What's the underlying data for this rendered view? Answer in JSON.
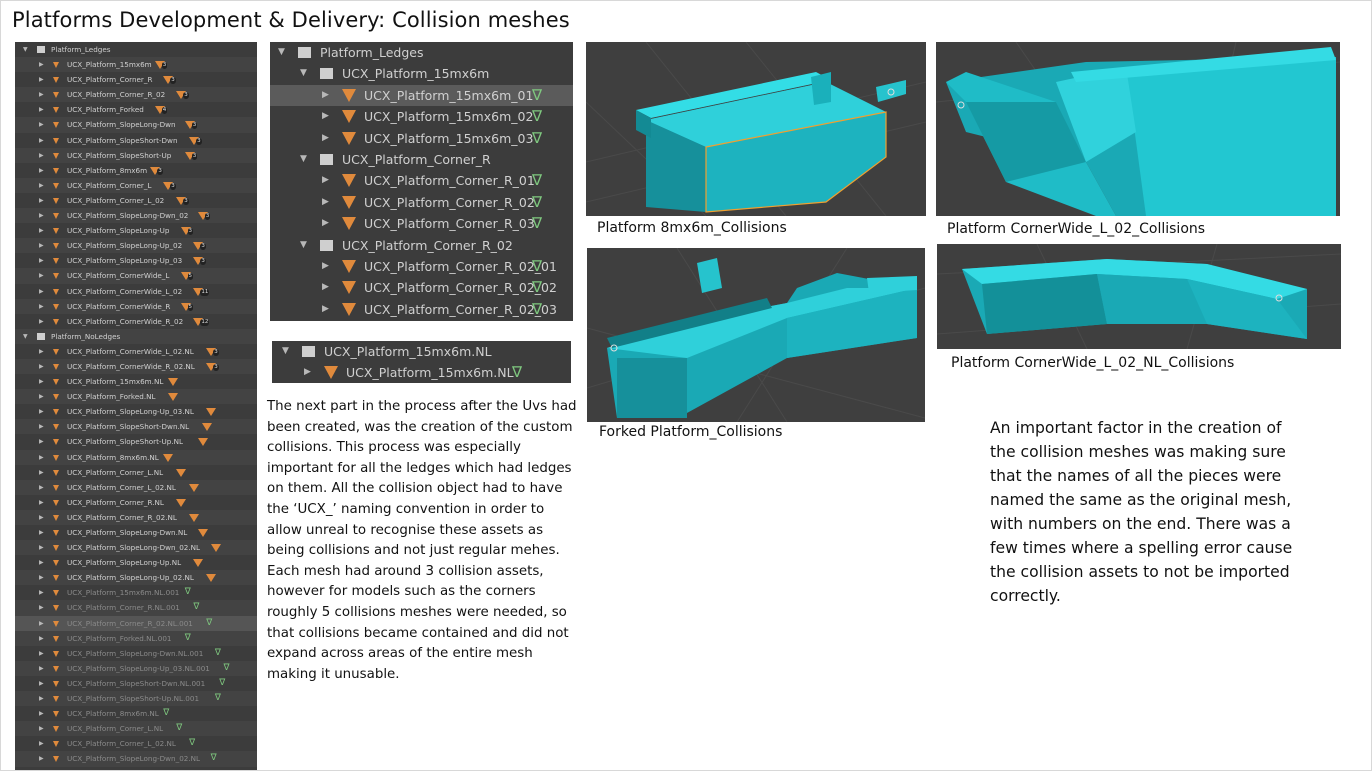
{
  "title": "Platforms Development & Delivery: Collision meshes",
  "outliner_small": {
    "rows": [
      {
        "kind": "collection",
        "label": "Platform_Ledges",
        "indent": 0
      },
      {
        "kind": "mesh",
        "label": "UCX_Platform_15mx6m",
        "badge": "3"
      },
      {
        "kind": "mesh",
        "label": "UCX_Platform_Corner_R",
        "badge": "3"
      },
      {
        "kind": "mesh",
        "label": "UCX_Platform_Corner_R_02",
        "badge": "3"
      },
      {
        "kind": "mesh",
        "label": "UCX_Platform_Forked",
        "badge": "4"
      },
      {
        "kind": "mesh",
        "label": "UCX_Platform_SlopeLong-Dwn",
        "badge": "3"
      },
      {
        "kind": "mesh",
        "label": "UCX_Platform_SlopeShort-Dwn",
        "badge": "3"
      },
      {
        "kind": "mesh",
        "label": "UCX_Platform_SlopeShort-Up",
        "badge": "3"
      },
      {
        "kind": "mesh",
        "label": "UCX_Platform_8mx6m",
        "badge": "3"
      },
      {
        "kind": "mesh",
        "label": "UCX_Platform_Corner_L",
        "badge": "3"
      },
      {
        "kind": "mesh",
        "label": "UCX_Platform_Corner_L_02",
        "badge": "3"
      },
      {
        "kind": "mesh",
        "label": "UCX_Platform_SlopeLong-Dwn_02",
        "badge": "3"
      },
      {
        "kind": "mesh",
        "label": "UCX_Platform_SlopeLong-Up",
        "badge": "3"
      },
      {
        "kind": "mesh",
        "label": "UCX_Platform_SlopeLong-Up_02",
        "badge": "3"
      },
      {
        "kind": "mesh",
        "label": "UCX_Platform_SlopeLong-Up_03",
        "badge": "3"
      },
      {
        "kind": "mesh",
        "label": "UCX_Platform_CornerWide_L",
        "badge": "5"
      },
      {
        "kind": "mesh",
        "label": "UCX_Platform_CornerWide_L_02",
        "badge": "11"
      },
      {
        "kind": "mesh",
        "label": "UCX_Platform_CornerWide_R",
        "badge": "5"
      },
      {
        "kind": "mesh",
        "label": "UCX_Platform_CornerWide_R_02",
        "badge": "12"
      },
      {
        "kind": "collection",
        "label": "Platform_NoLedges",
        "indent": 0
      },
      {
        "kind": "mesh",
        "label": "UCX_Platform_CornerWide_L_02.NL",
        "badge": "3"
      },
      {
        "kind": "mesh",
        "label": "UCX_Platform_CornerWide_R_02.NL",
        "badge": "3"
      },
      {
        "kind": "mesh",
        "label": "UCX_Platform_15mx6m.NL",
        "badge": ""
      },
      {
        "kind": "mesh",
        "label": "UCX_Platform_Forked.NL",
        "badge": ""
      },
      {
        "kind": "mesh",
        "label": "UCX_Platform_SlopeLong-Up_03.NL",
        "badge": ""
      },
      {
        "kind": "mesh",
        "label": "UCX_Platform_SlopeShort-Dwn.NL",
        "badge": ""
      },
      {
        "kind": "mesh",
        "label": "UCX_Platform_SlopeShort-Up.NL",
        "badge": ""
      },
      {
        "kind": "mesh",
        "label": "UCX_Platform_8mx6m.NL",
        "badge": ""
      },
      {
        "kind": "mesh",
        "label": "UCX_Platform_Corner_L.NL",
        "badge": ""
      },
      {
        "kind": "mesh",
        "label": "UCX_Platform_Corner_L_02.NL",
        "badge": ""
      },
      {
        "kind": "mesh",
        "label": "UCX_Platform_Corner_R.NL",
        "badge": ""
      },
      {
        "kind": "mesh",
        "label": "UCX_Platform_Corner_R_02.NL",
        "badge": ""
      },
      {
        "kind": "mesh",
        "label": "UCX_Platform_SlopeLong-Dwn.NL",
        "badge": ""
      },
      {
        "kind": "mesh",
        "label": "UCX_Platform_SlopeLong-Dwn_02.NL",
        "badge": ""
      },
      {
        "kind": "mesh",
        "label": "UCX_Platform_SlopeLong-Up.NL",
        "badge": ""
      },
      {
        "kind": "mesh",
        "label": "UCX_Platform_SlopeLong-Up_02.NL",
        "badge": ""
      },
      {
        "kind": "mesh",
        "label": "UCX_Platform_15mx6m.NL.001",
        "dim": true,
        "mod": true
      },
      {
        "kind": "mesh",
        "label": "UCX_Platform_Corner_R.NL.001",
        "dim": true,
        "mod": true
      },
      {
        "kind": "mesh",
        "label": "UCX_Platform_Corner_R_02.NL.001",
        "dim": true,
        "mod": true,
        "selected": true
      },
      {
        "kind": "mesh",
        "label": "UCX_Platform_Forked.NL.001",
        "dim": true,
        "mod": true
      },
      {
        "kind": "mesh",
        "label": "UCX_Platform_SlopeLong-Dwn.NL.001",
        "dim": true,
        "mod": true
      },
      {
        "kind": "mesh",
        "label": "UCX_Platform_SlopeLong-Up_03.NL.001",
        "dim": true,
        "mod": true
      },
      {
        "kind": "mesh",
        "label": "UCX_Platform_SlopeShort-Dwn.NL.001",
        "dim": true,
        "mod": true
      },
      {
        "kind": "mesh",
        "label": "UCX_Platform_SlopeShort-Up.NL.001",
        "dim": true,
        "mod": true
      },
      {
        "kind": "mesh",
        "label": "UCX_Platform_8mx6m.NL",
        "dim": true,
        "mod": true
      },
      {
        "kind": "mesh",
        "label": "UCX_Platform_Corner_L.NL",
        "dim": true,
        "mod": true
      },
      {
        "kind": "mesh",
        "label": "UCX_Platform_Corner_L_02.NL",
        "dim": true,
        "mod": true
      },
      {
        "kind": "mesh",
        "label": "UCX_Platform_SlopeLong-Dwn_02.NL",
        "dim": true,
        "mod": true
      }
    ]
  },
  "outliner_big": {
    "rows": [
      {
        "kind": "collection",
        "label": "Platform_Ledges",
        "level": 0
      },
      {
        "kind": "collection",
        "label": "UCX_Platform_15mx6m",
        "level": 1
      },
      {
        "kind": "mesh",
        "label": "UCX_Platform_15mx6m_01",
        "level": 2,
        "selected": true
      },
      {
        "kind": "mesh",
        "label": "UCX_Platform_15mx6m_02",
        "level": 2
      },
      {
        "kind": "mesh",
        "label": "UCX_Platform_15mx6m_03",
        "level": 2
      },
      {
        "kind": "collection",
        "label": "UCX_Platform_Corner_R",
        "level": 1
      },
      {
        "kind": "mesh",
        "label": "UCX_Platform_Corner_R_01",
        "level": 2
      },
      {
        "kind": "mesh",
        "label": "UCX_Platform_Corner_R_02",
        "level": 2
      },
      {
        "kind": "mesh",
        "label": "UCX_Platform_Corner_R_03",
        "level": 2
      },
      {
        "kind": "collection",
        "label": "UCX_Platform_Corner_R_02",
        "level": 1
      },
      {
        "kind": "mesh",
        "label": "UCX_Platform_Corner_R_02_01",
        "level": 2
      },
      {
        "kind": "mesh",
        "label": "UCX_Platform_Corner_R_02_02",
        "level": 2
      },
      {
        "kind": "mesh",
        "label": "UCX_Platform_Corner_R_02_03",
        "level": 2
      }
    ]
  },
  "outliner_nl": {
    "rows": [
      {
        "kind": "collection",
        "label": "UCX_Platform_15mx6m.NL",
        "level": 0
      },
      {
        "kind": "mesh",
        "label": "UCX_Platform_15mx6m.NL",
        "level": 1
      }
    ]
  },
  "captions": {
    "platform_8x6": "Platform 8mx6m_Collisions",
    "forked": "Forked Platform_Collisions",
    "cornerwide": "Platform CornerWide_L_02_Collisions",
    "cornerwide_nl": "Platform CornerWide_L_02_NL_Collisions"
  },
  "text_left": "The next part in the process after the Uvs had been created, was the creation of the custom collisions. This process was especially important for all the ledges which had ledges on them. All the collision object had to have the ‘UCX_’ naming convention in order to allow unreal to recognise these assets as being collisions and not just regular mehes. Each mesh had around 3 collision assets, however for models such as the corners roughly 5 collisions meshes were needed, so that collisions became contained and did not expand across areas of the entire mesh making it unusable.",
  "text_right": "An important factor in the creation of the collision meshes was making sure that the names of all the pieces were named the same as the original mesh, with numbers on the end. There was a few times where a spelling error cause the collision assets to not be imported correctly.",
  "colors": {
    "outliner_bg": "#3c3c3c",
    "mesh_icon": "#e08a3c",
    "modifier_icon": "#7fc87f",
    "mesh_cyan": "#1fb8c4",
    "viewport_bg": "#3f3f3f"
  },
  "icons": {
    "expand": "disclosure-triangle",
    "collection": "collection-box-icon",
    "mesh": "mesh-triangle-icon",
    "modifier": "modifier-icon"
  }
}
